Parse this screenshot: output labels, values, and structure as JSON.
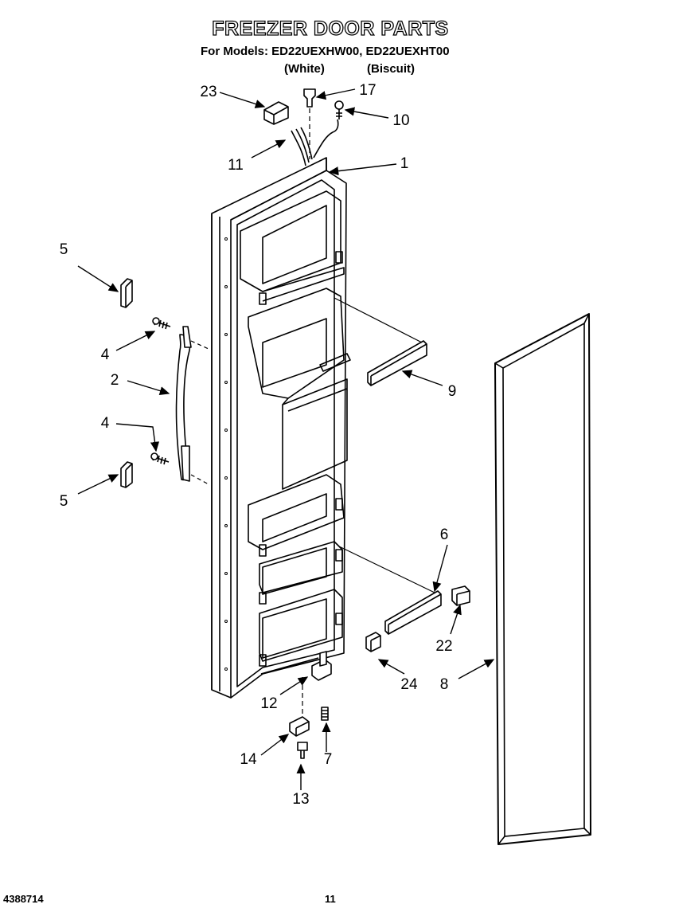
{
  "header": {
    "title": "FREEZER DOOR PARTS",
    "models_line": "For Models: ED22UEXHW00, ED22UEXHT00",
    "variant_white": "(White)",
    "variant_biscuit": "(Biscuit)"
  },
  "callouts": {
    "c1": "1",
    "c2": "2",
    "c4a": "4",
    "c4b": "4",
    "c5a": "5",
    "c5b": "5",
    "c6": "6",
    "c7": "7",
    "c8": "8",
    "c9": "9",
    "c10": "10",
    "c11": "11",
    "c12": "12",
    "c13": "13",
    "c14": "14",
    "c17": "17",
    "c22": "22",
    "c23": "23",
    "c24": "24"
  },
  "footer": {
    "doc_number": "4388714",
    "page_number": "11"
  }
}
